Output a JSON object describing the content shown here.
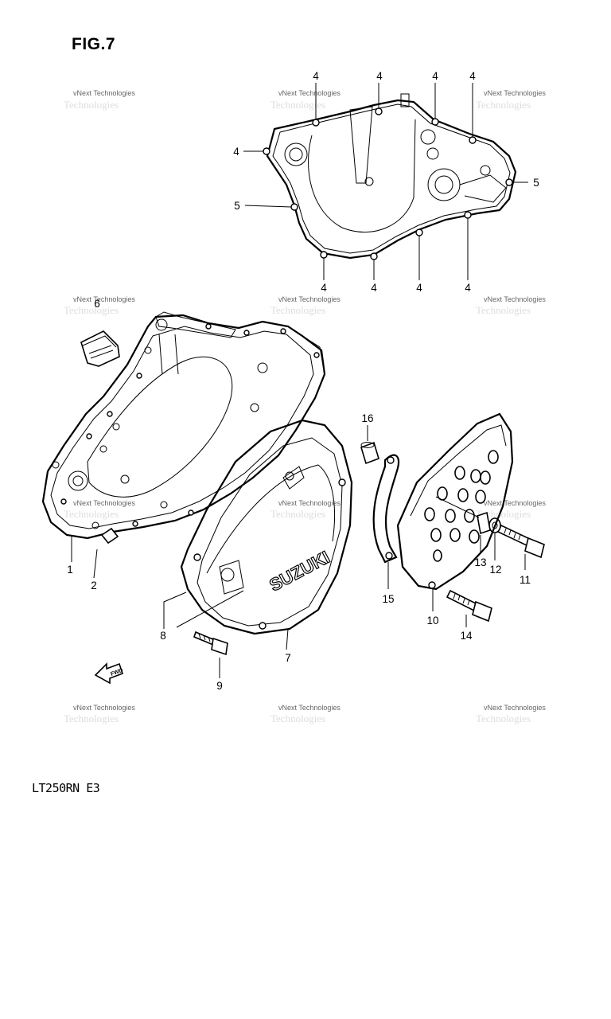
{
  "figure": {
    "title": "FIG.7",
    "model_code": "LT250RN E3"
  },
  "brand_text": "SUZUKI",
  "fwd_label": "FWD",
  "watermark_text": "vNext Technologies",
  "callouts": [
    {
      "id": "c4a",
      "text": "4"
    },
    {
      "id": "c4b",
      "text": "4"
    },
    {
      "id": "c4c",
      "text": "4"
    },
    {
      "id": "c4d",
      "text": "4"
    },
    {
      "id": "c4e",
      "text": "4"
    },
    {
      "id": "c5a",
      "text": "5"
    },
    {
      "id": "c5b",
      "text": "5"
    },
    {
      "id": "c4f",
      "text": "4"
    },
    {
      "id": "c4g",
      "text": "4"
    },
    {
      "id": "c4h",
      "text": "4"
    },
    {
      "id": "c4i",
      "text": "4"
    },
    {
      "id": "c6",
      "text": "6"
    },
    {
      "id": "c16",
      "text": "16"
    },
    {
      "id": "c1",
      "text": "1"
    },
    {
      "id": "c2",
      "text": "2"
    },
    {
      "id": "c8",
      "text": "8"
    },
    {
      "id": "c7",
      "text": "7"
    },
    {
      "id": "c9",
      "text": "9"
    },
    {
      "id": "c15",
      "text": "15"
    },
    {
      "id": "c10",
      "text": "10"
    },
    {
      "id": "c13",
      "text": "13"
    },
    {
      "id": "c12",
      "text": "12"
    },
    {
      "id": "c11",
      "text": "11"
    },
    {
      "id": "c14",
      "text": "14"
    }
  ],
  "colors": {
    "line": "#000000",
    "background": "#ffffff",
    "watermark": "#666666"
  }
}
